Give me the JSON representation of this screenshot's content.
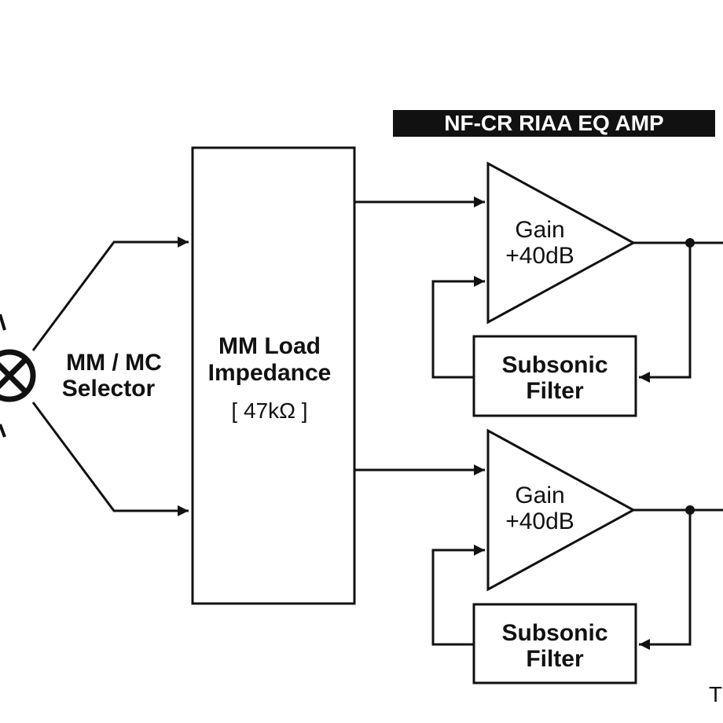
{
  "header": {
    "title": "NF-CR RIAA EQ AMP"
  },
  "selector": {
    "line1": "MM / MC",
    "line2": "Selector"
  },
  "load_box": {
    "line1": "MM Load",
    "line2": "Impedance",
    "value": "[ 47kΩ ]"
  },
  "channels": [
    {
      "amp_line1": "Gain",
      "amp_line2": "+40dB",
      "filter_line1": "Subsonic",
      "filter_line2": "Filter"
    },
    {
      "amp_line1": "Gain",
      "amp_line2": "+40dB",
      "filter_line1": "Subsonic",
      "filter_line2": "Filter"
    }
  ],
  "corner_text": "T",
  "colors": {
    "line": "#111111",
    "banner_bg": "#111111",
    "banner_text": "#ffffff"
  },
  "icons": {
    "input": "crossed-circle-icon"
  }
}
